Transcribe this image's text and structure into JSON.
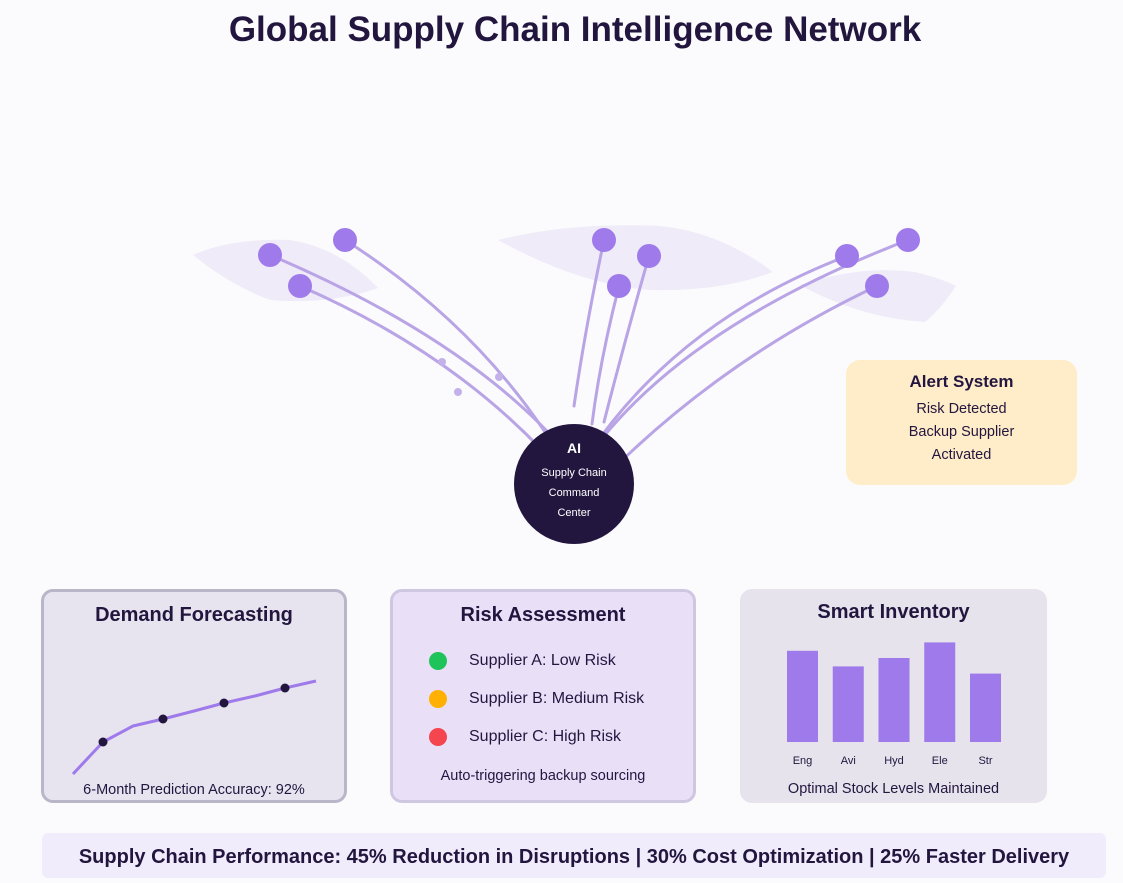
{
  "title": "Global Supply Chain Intelligence Network",
  "hub": {
    "line1": "AI",
    "line2": "Supply Chain",
    "line3": "Command",
    "line4": "Center"
  },
  "alert": {
    "title": "Alert System",
    "line1": "Risk Detected",
    "line2": "Backup Supplier",
    "line3": "Activated"
  },
  "demand": {
    "title": "Demand Forecasting",
    "caption": "6-Month Prediction Accuracy: 92%"
  },
  "risk": {
    "title": "Risk Assessment",
    "suppliers": [
      {
        "label": "Supplier A: Low Risk",
        "color": "#1ec35a"
      },
      {
        "label": "Supplier B: Medium Risk",
        "color": "#ffb000"
      },
      {
        "label": "Supplier C: High Risk",
        "color": "#f5454f"
      }
    ],
    "caption": "Auto-triggering backup sourcing"
  },
  "inventory": {
    "title": "Smart Inventory",
    "categories": [
      "Eng",
      "Avi",
      "Hyd",
      "Ele",
      "Str"
    ],
    "levels": [
      0.76,
      0.63,
      0.7,
      0.83,
      0.57
    ],
    "caption": "Optimal Stock Levels Maintained"
  },
  "banner": "Supply Chain Performance: 45% Reduction in Disruptions | 30% Cost Optimization | 25% Faster Delivery",
  "colors": {
    "node": "#9f7aea",
    "edge": "#b9a4e6",
    "hub": "#22163f",
    "region": "#efebf8"
  }
}
